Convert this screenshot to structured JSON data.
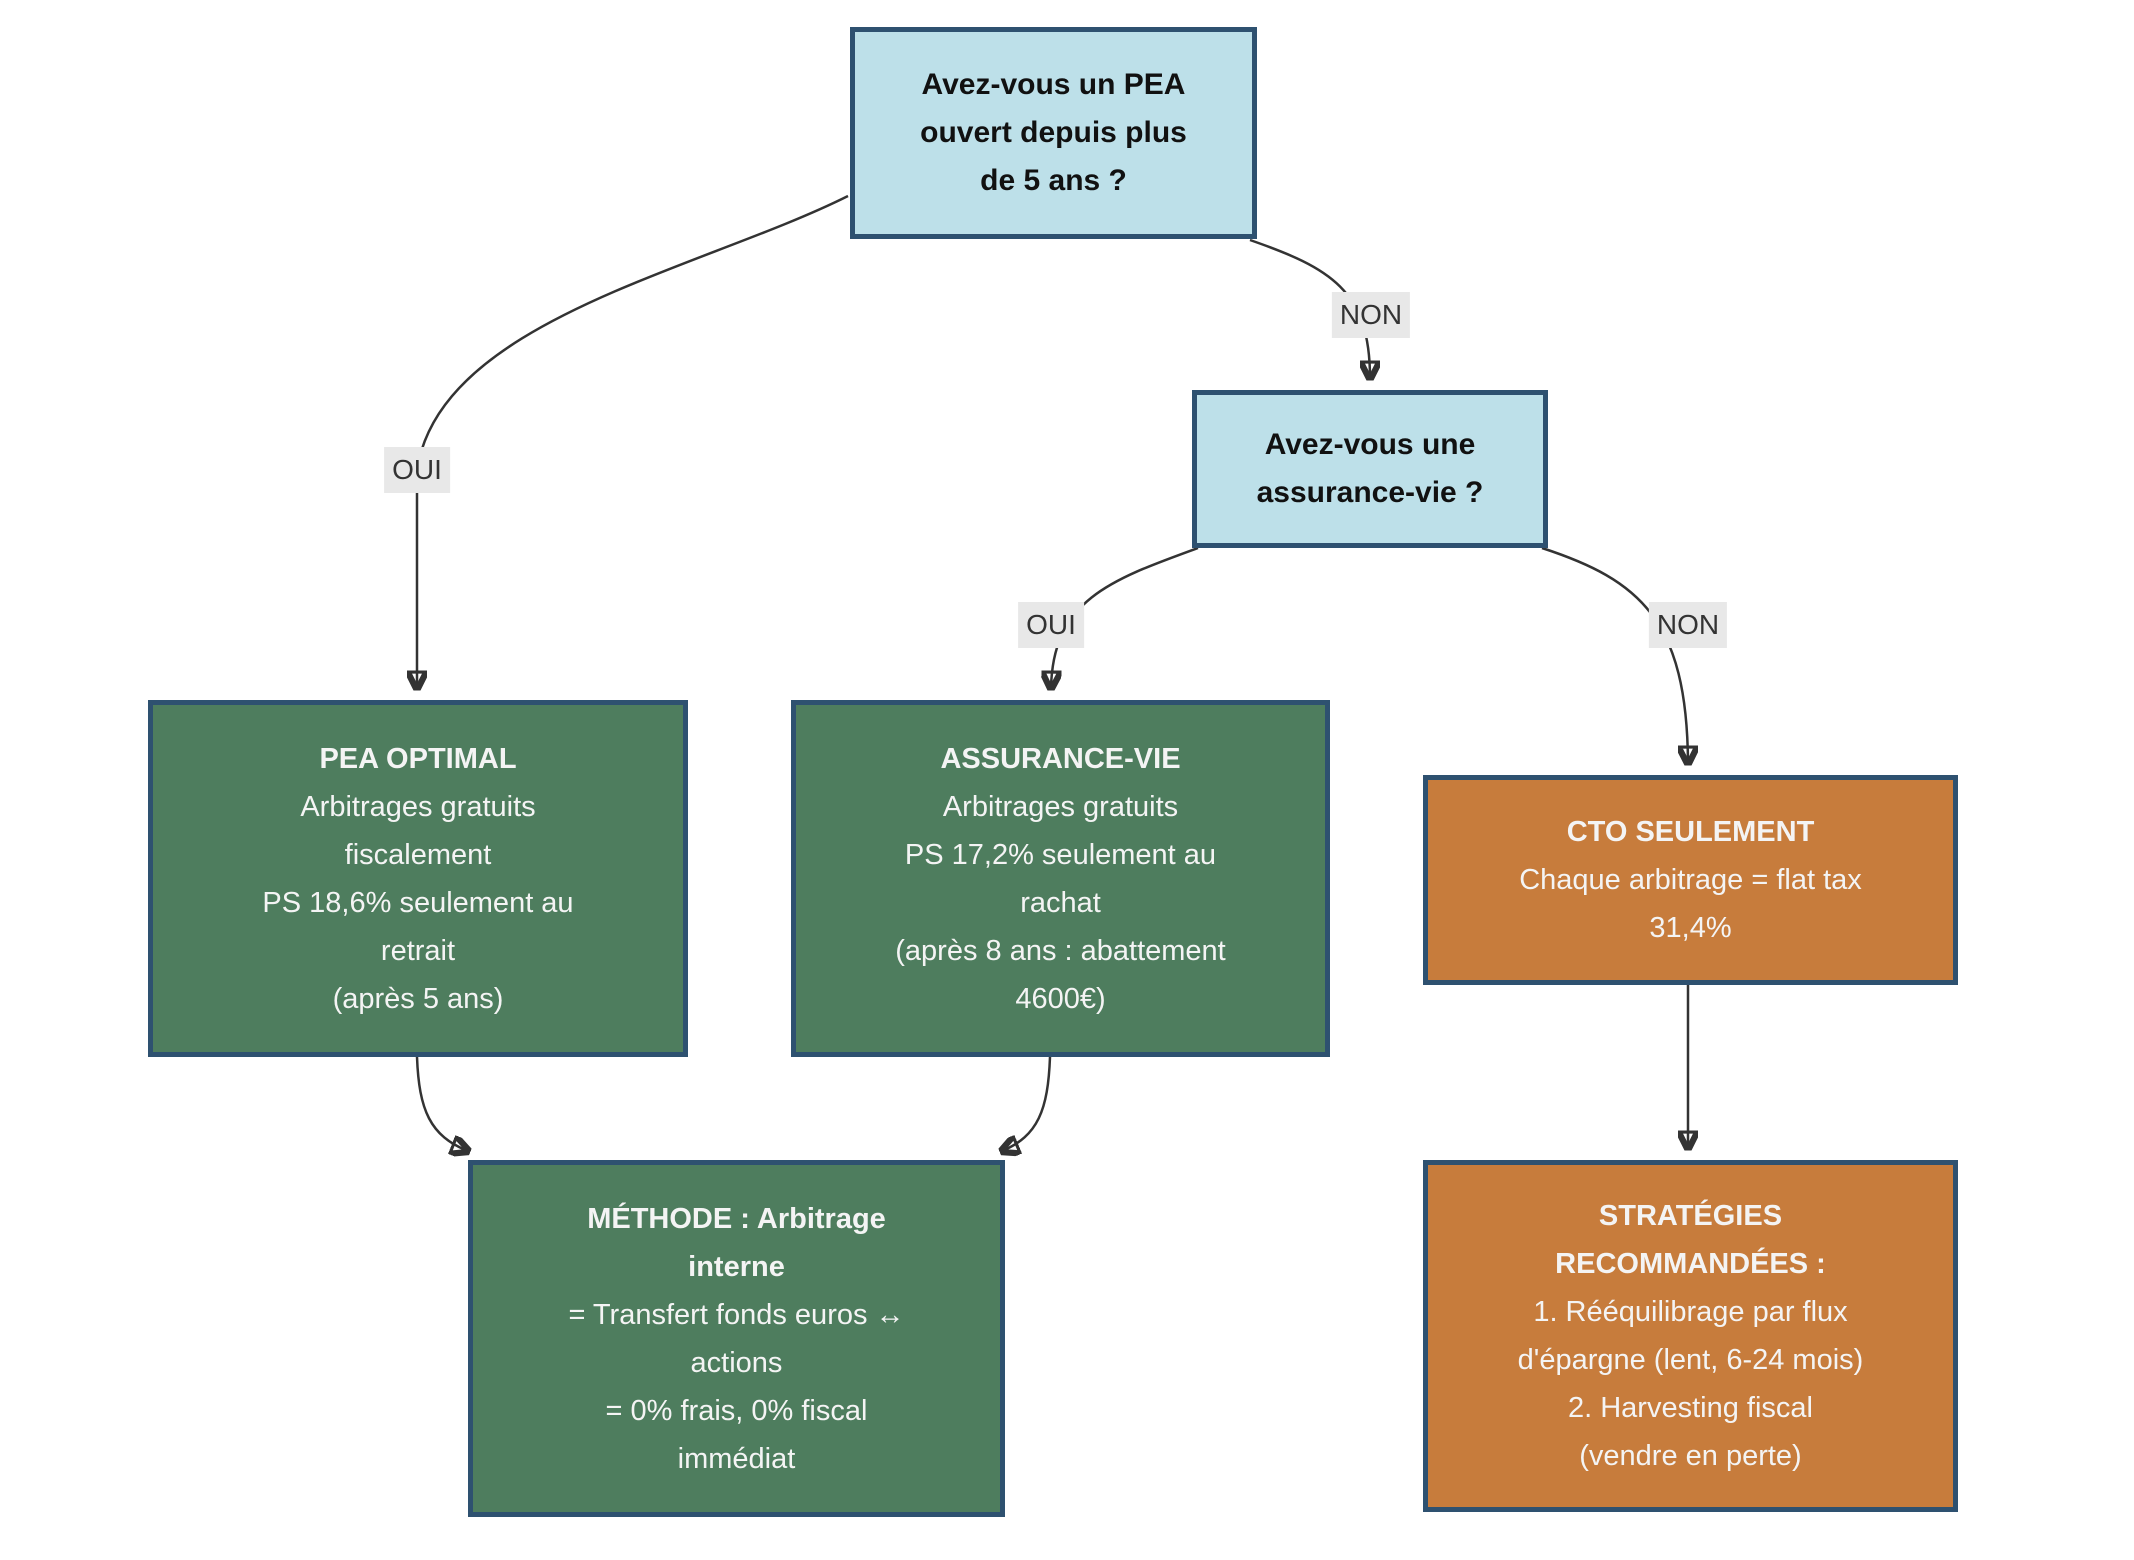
{
  "diagram": {
    "kind": "decision-flowchart",
    "language": "fr",
    "nodes": {
      "pea_question": {
        "text": "Avez-vous un PEA\nouvert depuis plus\nde 5 ans ?"
      },
      "av_question": {
        "text": "Avez-vous une\nassurance-vie ?"
      },
      "pea_optimal": {
        "title": "PEA OPTIMAL",
        "body": "Arbitrages gratuits\nfiscalement\nPS 18,6% seulement au\nretrait\n(après 5 ans)"
      },
      "assurance_vie": {
        "title": "ASSURANCE-VIE",
        "body": "Arbitrages gratuits\nPS 17,2% seulement au\nrachat\n(après 8 ans : abattement\n4600€)"
      },
      "cto_seulement": {
        "title": "CTO SEULEMENT",
        "body": "Chaque arbitrage = flat tax\n31,4%"
      },
      "methode": {
        "title": "MÉTHODE : Arbitrage\ninterne",
        "body": "= Transfert fonds euros ↔\nactions\n= 0% frais, 0% fiscal\nimmédiat"
      },
      "strategies": {
        "title": "STRATÉGIES\nRECOMMANDÉES :",
        "body": "1. Rééquilibrage par flux\nd'épargne (lent, 6-24 mois)\n2. Harvesting fiscal\n(vendre en perte)"
      }
    },
    "edge_labels": {
      "oui_pea": "OUI",
      "non_pea": "NON",
      "oui_av": "OUI",
      "non_av": "NON"
    }
  },
  "colors": {
    "question_fill": "#bde0e9",
    "green_fill": "#4e7d5e",
    "orange_fill": "#c77c3c",
    "node_border": "#2e5170",
    "edge_color": "#333333",
    "label_bg": "#e8e8e8",
    "label_text": "#333333",
    "node_text_light": "#f4f4f4",
    "node_text_dark": "#111111",
    "page_bg": "#ffffff"
  }
}
